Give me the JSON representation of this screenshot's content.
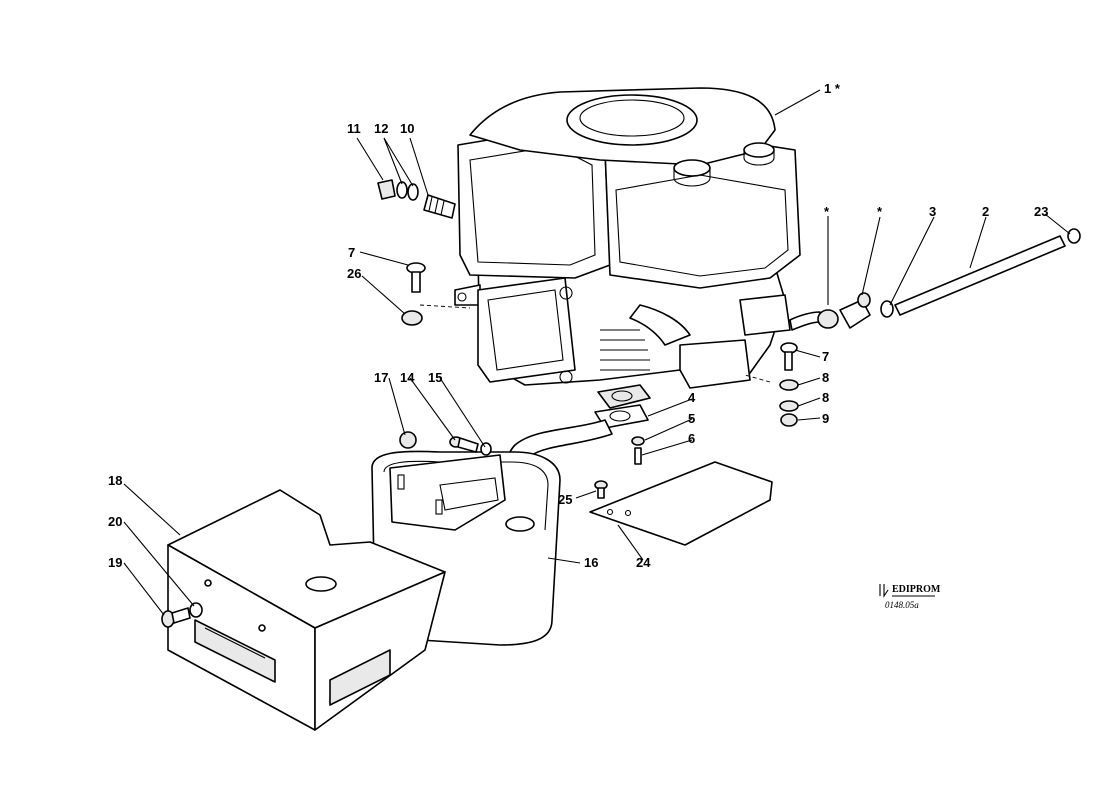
{
  "callouts": {
    "c1": "1 *",
    "c2": "2",
    "c3": "3",
    "c4": "4",
    "c5": "5",
    "c6": "6",
    "c7a": "7",
    "c7b": "7",
    "c8a": "8",
    "c8b": "8",
    "c9": "9",
    "c10": "10",
    "c11": "11",
    "c12": "12",
    "c14": "14",
    "c15": "15",
    "c16": "16",
    "c17": "17",
    "c18": "18",
    "c19": "19",
    "c20": "20",
    "c23": "23",
    "c24": "24",
    "c25": "25",
    "c26": "26",
    "star_a": "*",
    "star_b": "*"
  },
  "logo": {
    "brand": "EDIPROM",
    "code": "0148.05a"
  }
}
